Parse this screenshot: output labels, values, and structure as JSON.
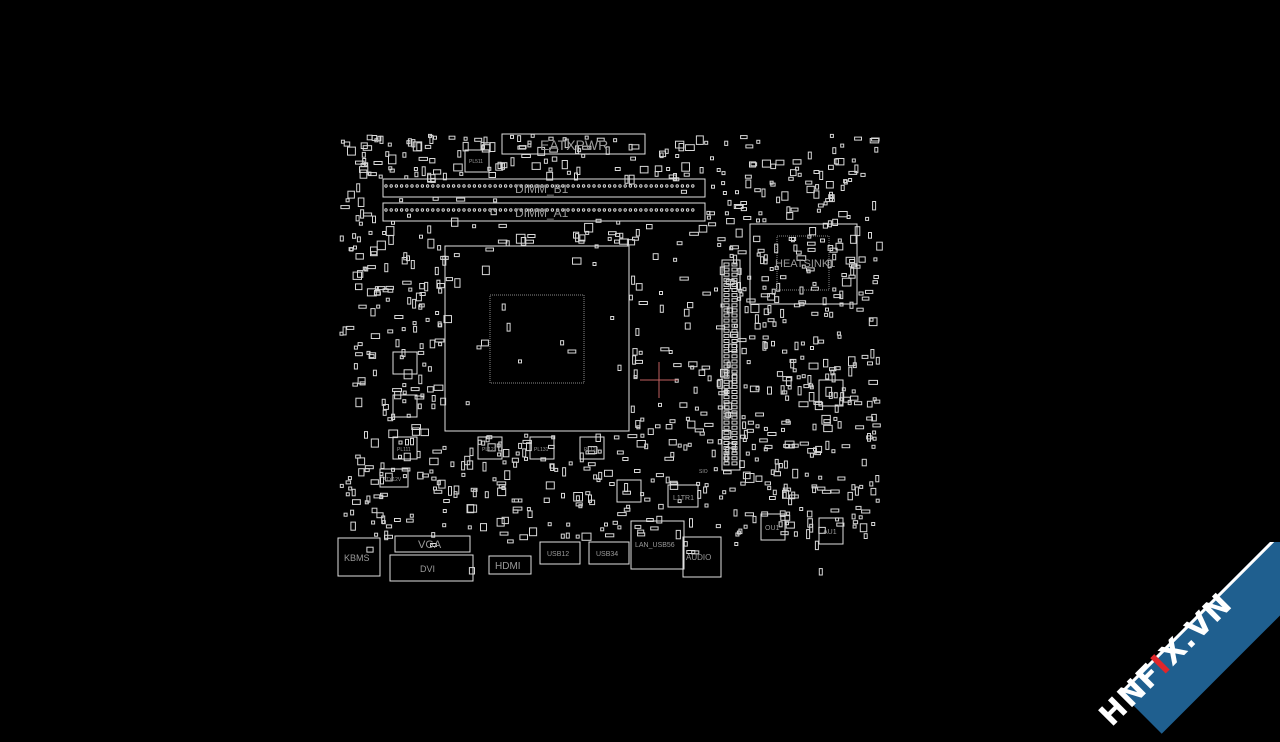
{
  "board": {
    "background": "#000000",
    "outline_color": "#d8d8d8",
    "labels": {
      "eatxpwr": "EATXPWR",
      "dimm_b1": "DIMM_B1",
      "dimm_a1": "DIMM_A1",
      "heatsink": "HEATSINK1",
      "pl511": "PL511",
      "pl111": "PL111",
      "pl121": "PL121",
      "pl131": "PL131",
      "pl124": "PL124",
      "atx12v": "ATX12V",
      "kbms": "KBMS",
      "vga": "VGA",
      "dvi": "DVI",
      "hdmi": "HDMI",
      "usb1": "USB12",
      "usb2": "USB34",
      "lan": "LAN_USB56",
      "audio": "AUDIO",
      "l1tr1": "L1TR1",
      "ou1": "OU1",
      "au1": "AU1",
      "sio": "SIO"
    }
  },
  "watermark": {
    "text_a": "HNF",
    "text_x": "I",
    "text_b": "X.VN",
    "band_color": "#1f5f8f",
    "accent": "#e0262b"
  }
}
